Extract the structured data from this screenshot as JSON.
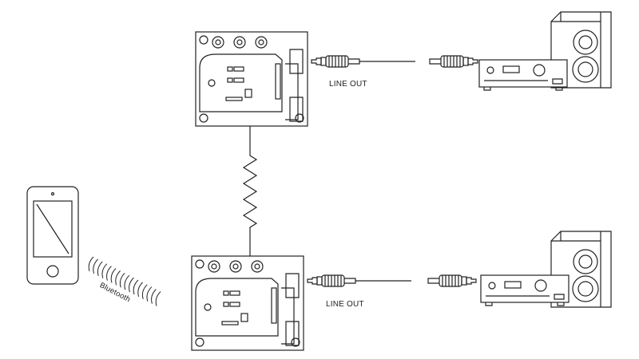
{
  "labels": {
    "line_out_top": "LINE OUT",
    "line_out_bottom": "LINE OUT",
    "bluetooth": "Bluetooth"
  },
  "colors": {
    "stroke": "#222222",
    "background": "#ffffff"
  },
  "icons": [
    "smartphone-icon",
    "bluetooth-waves-icon",
    "audio-board-icon",
    "resistor-icon",
    "audio-jack-cable-icon",
    "amplifier-receiver-icon",
    "speaker-cabinet-icon"
  ]
}
